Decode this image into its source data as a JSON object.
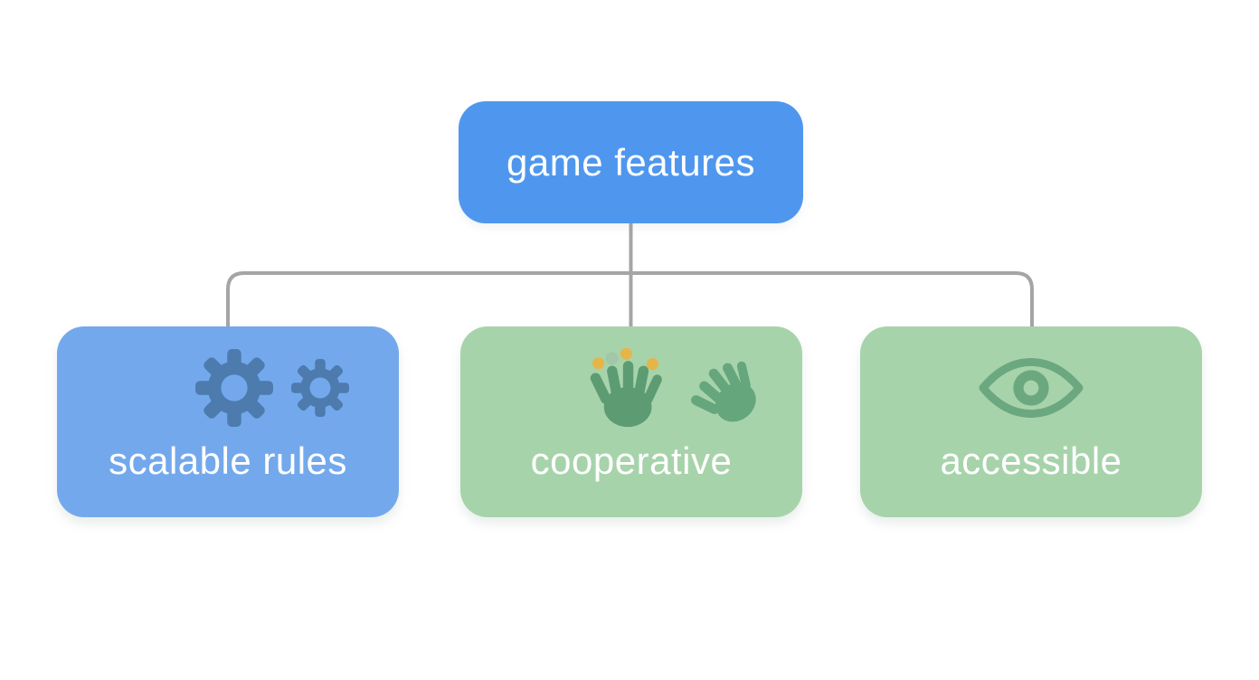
{
  "diagram": {
    "type": "tree",
    "background": "#ffffff",
    "connector_color": "#a5a5a5",
    "root": {
      "label": "game features",
      "fill": "#4f97ee",
      "text_color": "#ffffff"
    },
    "children": [
      {
        "label": "scalable rules",
        "fill": "#73a9ec",
        "text_color": "#ffffff",
        "icons": [
          "gear-icon",
          "gear-icon"
        ],
        "icon_color": "#4d7bae"
      },
      {
        "label": "cooperative",
        "fill": "#a7d3ab",
        "text_color": "#ffffff",
        "icons": [
          "open-hand-icon",
          "tilted-hand-icon"
        ],
        "icon_color": "#5d9c72",
        "fingertip_dot_color": "#e6b54a"
      },
      {
        "label": "accessible",
        "fill": "#a7d3ab",
        "text_color": "#ffffff",
        "icons": [
          "eye-icon"
        ],
        "icon_color": "#6ca87f"
      }
    ]
  }
}
